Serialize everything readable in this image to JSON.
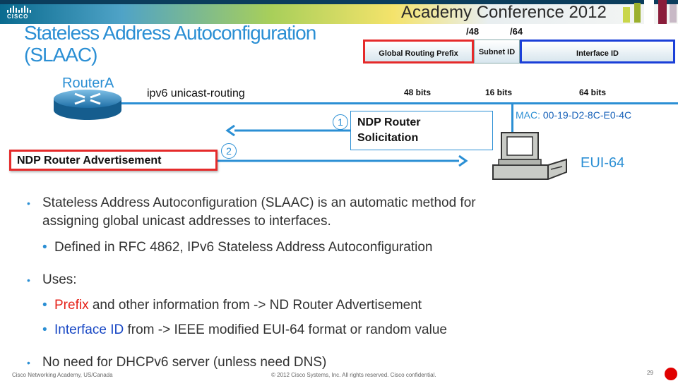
{
  "header": {
    "brand_word": "CISCO",
    "conference_title": "Academy Conference 2012"
  },
  "slide": {
    "title_line1": "Stateless Address Autoconfiguration",
    "title_line2": "(SLAAC)"
  },
  "diagram": {
    "router_label": "RouterA",
    "router_command": "ipv6 unicast-routing",
    "address_format": {
      "prefix_label": "Global Routing Prefix",
      "subnet_label": "Subnet ID",
      "interface_label": "Interface ID",
      "slash48": "/48",
      "slash64": "/64",
      "prefix_bits": "48 bits",
      "subnet_bits": "16 bits",
      "interface_bits": "64 bits",
      "colors": {
        "prefix_border": "#e52a2a",
        "interface_border": "#1a3fd8"
      }
    },
    "step1_number": "1",
    "step1_label_line1": "NDP Router",
    "step1_label_line2": "Solicitation",
    "step2_number": "2",
    "step2_label": "NDP Router Advertisement",
    "mac_label": "MAC: ",
    "mac_value": "00-19-D2-8C-E0-4C",
    "eui_label": "EUI-64"
  },
  "bullets": {
    "b1_line1": "Stateless Address Autoconfiguration (SLAAC) is an automatic method for",
    "b1_line2": "assigning global unicast addresses to interfaces.",
    "b1_sub": "Defined in RFC 4862, IPv6 Stateless Address Autoconfiguration",
    "b2": "Uses:",
    "b2_sub1_highlight": "Prefix",
    "b2_sub1_rest": " and other information from -> ND Router Advertisement",
    "b2_sub2_highlight": "Interface ID",
    "b2_sub2_rest": " from -> IEEE modified EUI-64 format or random value",
    "b3": "No need for DHCPv6 server (unless need DNS)"
  },
  "footer": {
    "left": "Cisco Networking Academy, US/Canada",
    "center": "© 2012 Cisco Systems, Inc. All rights reserved. Cisco confidential.",
    "page": "29"
  },
  "colors": {
    "accent_blue": "#2b8fd4",
    "highlight_red": "#e5231b",
    "highlight_blue": "#1646c4"
  }
}
